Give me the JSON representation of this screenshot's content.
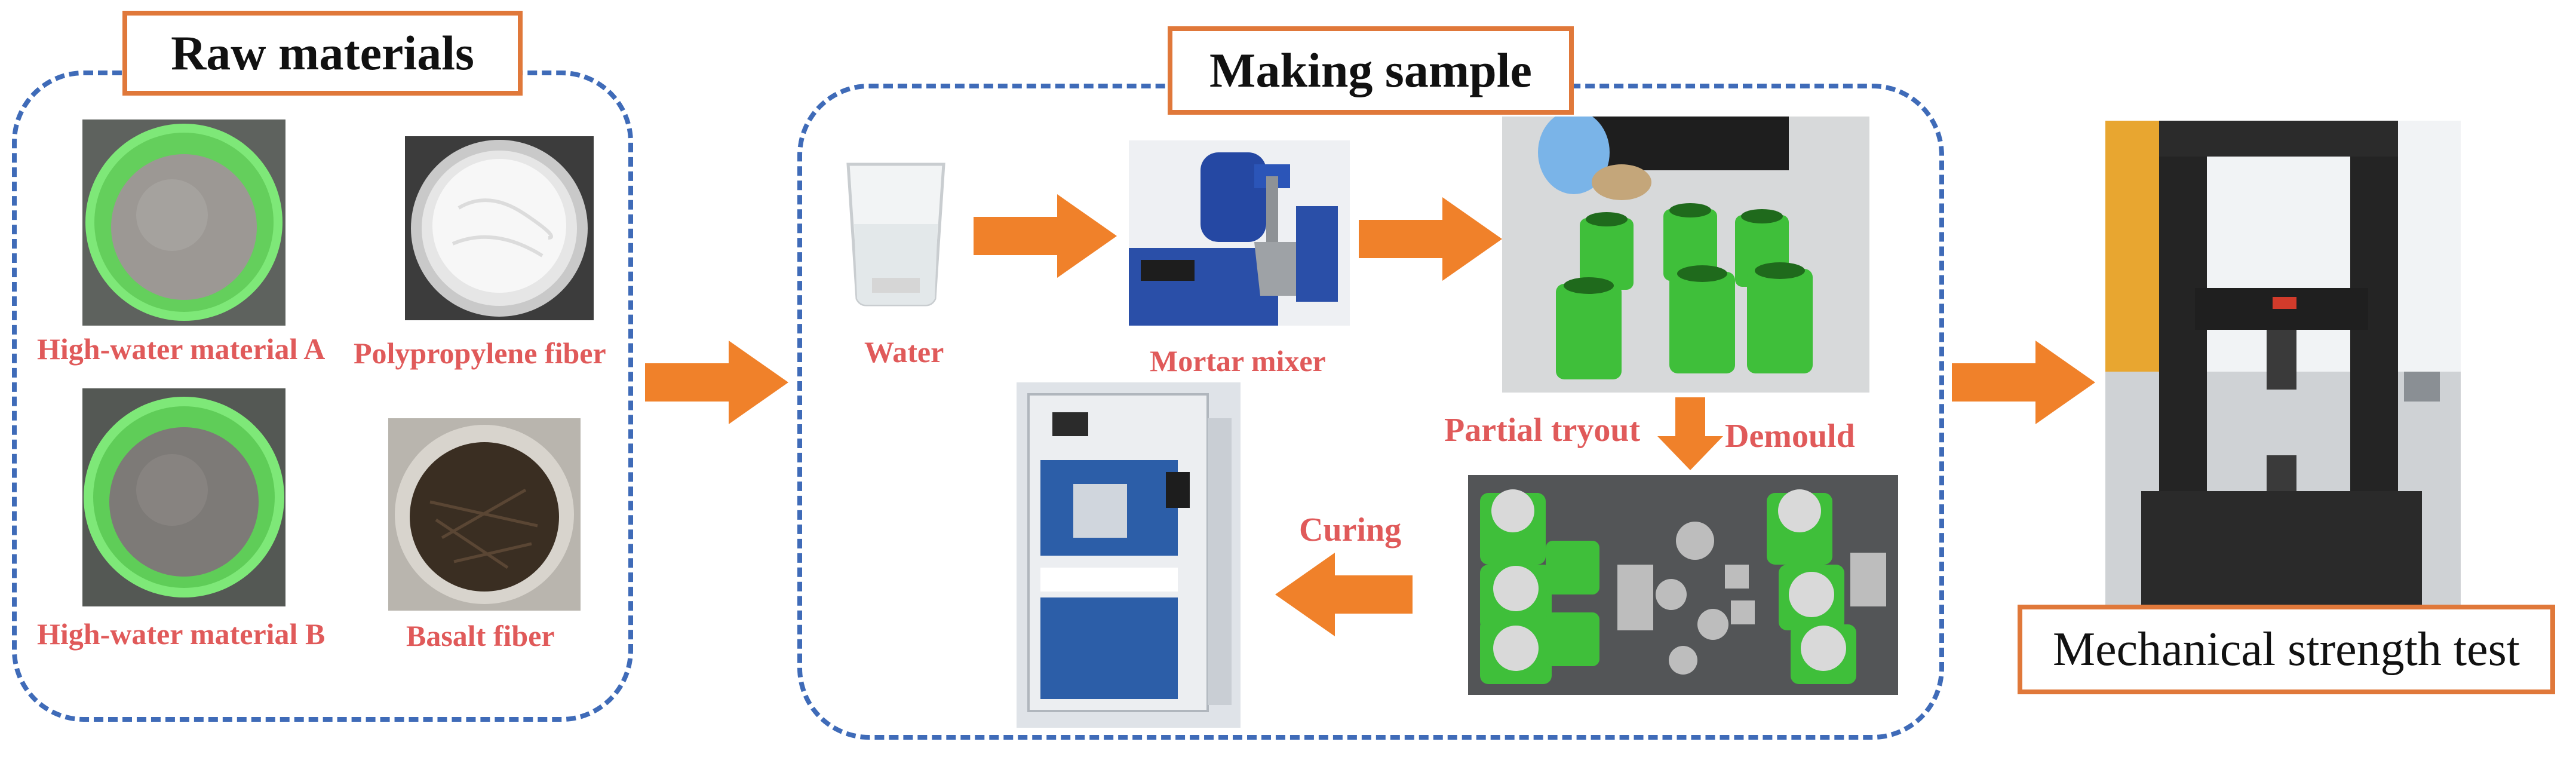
{
  "groups": {
    "raw": {
      "title": "Raw materials"
    },
    "making": {
      "title": "Making sample"
    },
    "test": {
      "title": "Mechanical strength test"
    }
  },
  "captions": {
    "hw_a": "High-water material A",
    "hw_b": "High-water material B",
    "pp_fiber": "Polypropylene fiber",
    "basalt_fiber": "Basalt fiber",
    "water": "Water",
    "mortar_mixer": "Mortar mixer",
    "partial_tryout": "Partial tryout",
    "demould": "Demould",
    "curing": "Curing"
  },
  "colors": {
    "dashed_border": "#3f6bb8",
    "title_border": "#e0783a",
    "arrow": "#f0812a",
    "caption": "#e05a5a",
    "mold_green": "#3fbf3a"
  }
}
